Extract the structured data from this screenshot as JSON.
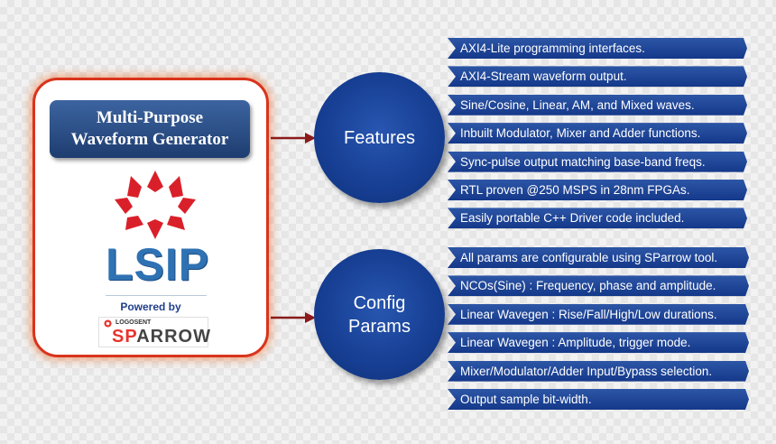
{
  "product_card": {
    "title_line1": "Multi-Purpose",
    "title_line2": "Waveform Generator",
    "logo_text": "LSIP",
    "powered_by": "Powered by",
    "partner_small": "LOGOSENT",
    "partner_name_part1": "SP",
    "partner_name_part2": "ARROW"
  },
  "features": {
    "label": "Features",
    "items": [
      "AXI4-Lite programming interfaces.",
      "AXI4-Stream waveform output.",
      "Sine/Cosine, Linear, AM, and Mixed waves.",
      "Inbuilt Modulator, Mixer and Adder functions.",
      "Sync-pulse output matching base-band freqs.",
      "RTL proven @250 MSPS in 28nm FPGAs.",
      "Easily portable C++ Driver code included."
    ]
  },
  "config_params": {
    "label_line1": "Config",
    "label_line2": "Params",
    "items": [
      "All params are configurable using SParrow tool.",
      "NCOs(Sine) : Frequency, phase and amplitude.",
      "Linear Wavegen : Rise/Fall/High/Low durations.",
      "Linear Wavegen : Amplitude, trigger mode.",
      "Mixer/Modulator/Adder Input/Bypass selection.",
      "Output sample bit-width."
    ]
  },
  "colors": {
    "accent_blue": "#163e92",
    "border_red": "#d9341c",
    "arrow_red": "#8b1a1a",
    "logo_red": "#d9202a",
    "logo_blue": "#2f72b4"
  }
}
